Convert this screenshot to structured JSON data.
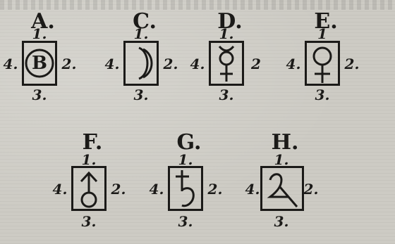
{
  "figures": [
    {
      "letter": "A.",
      "top": "1.",
      "left": "4.",
      "right": "2.",
      "bottom": "3.",
      "glyph": "circle-with-B",
      "glyph_text": "B"
    },
    {
      "letter": "C.",
      "top": "1.",
      "left": "4.",
      "right": "2.",
      "bottom": "3.",
      "glyph": "crescent-moon"
    },
    {
      "letter": "D.",
      "top": "1.",
      "left": "4.",
      "right": "2",
      "bottom": "3.",
      "glyph": "mercury-symbol"
    },
    {
      "letter": "E.",
      "top": "1",
      "left": "4.",
      "right": "2.",
      "bottom": "3.",
      "glyph": "venus-symbol"
    },
    {
      "letter": "F.",
      "top": "1.",
      "left": "4.",
      "right": "2.",
      "bottom": "3.",
      "glyph": "mars-symbol"
    },
    {
      "letter": "G.",
      "top": "1.",
      "left": "4.",
      "right": "2.",
      "bottom": "3.",
      "glyph": "saturn-symbol"
    },
    {
      "letter": "H.",
      "top": "1.",
      "left": "4.",
      "right": "2.",
      "bottom": "3.",
      "glyph": "jupiter-symbol"
    }
  ]
}
